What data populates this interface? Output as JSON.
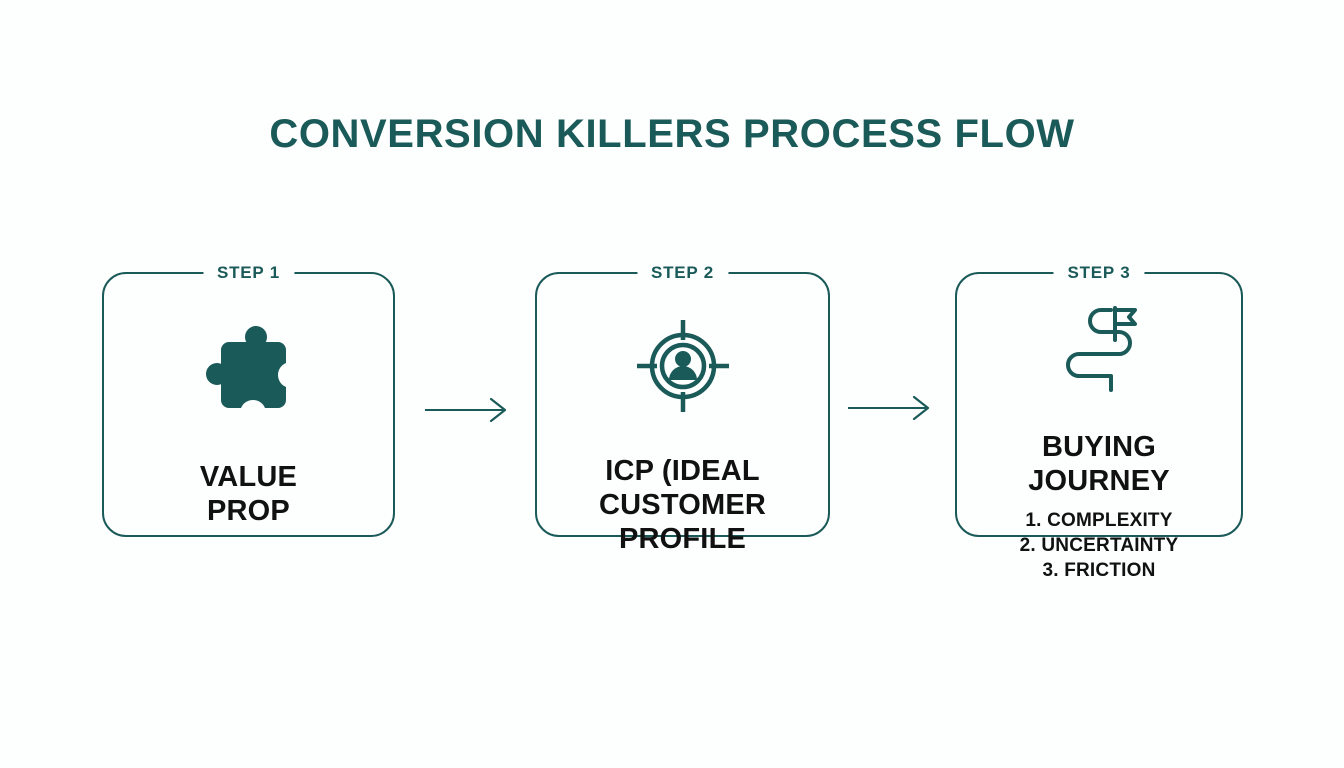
{
  "page": {
    "title": "CONVERSION KILLERS PROCESS FLOW",
    "background_color": "#fdfefe",
    "accent_color": "#1a5a58",
    "text_color": "#111111"
  },
  "flow": {
    "steps": [
      {
        "badge": "STEP 1",
        "icon": "puzzle-piece-icon",
        "title": "VALUE\nPROP",
        "items": []
      },
      {
        "badge": "STEP 2",
        "icon": "target-person-icon",
        "title": "ICP (IDEAL\nCUSTOMER\nPROFILE",
        "items": []
      },
      {
        "badge": "STEP 3",
        "icon": "winding-path-flag-icon",
        "title": "BUYING\nJOURNEY",
        "items": [
          "1. COMPLEXITY",
          "2. UNCERTAINTY",
          "3. FRICTION"
        ]
      }
    ],
    "connectors": [
      {
        "name": "arrow-step1-to-step2",
        "direction": "right"
      },
      {
        "name": "arrow-step2-to-step3",
        "direction": "right"
      }
    ]
  }
}
